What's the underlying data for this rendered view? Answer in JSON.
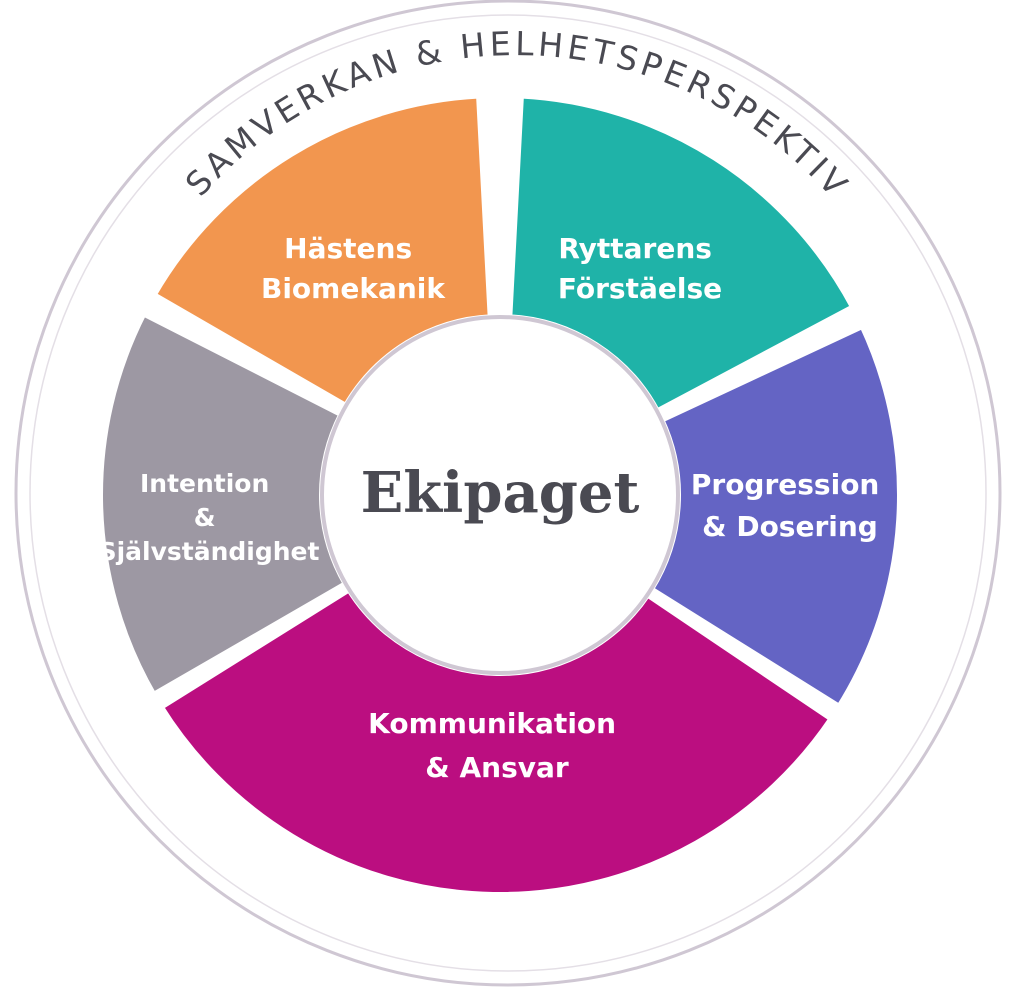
{
  "outer_ring": {
    "text": "SAMVERKAN & HELHETSPERSPEKTIV"
  },
  "center": {
    "text": "Ekipaget"
  },
  "colors": {
    "orange": "#f2964f",
    "teal": "#1fb3a8",
    "indigo": "#6464c4",
    "magenta": "#bb0e80",
    "gray": "#9d98a3",
    "ring": "#cfc7d3",
    "center_fill": "#ffffff",
    "center_stroke": "#cfc7d3",
    "text_dark": "#4a4a52"
  },
  "segments": [
    {
      "id": "hastens-biomekanik",
      "color": "orange",
      "lines": [
        "Hästens",
        "Biomekanik"
      ]
    },
    {
      "id": "ryttarens-forstaelse",
      "color": "teal",
      "lines": [
        "Ryttarens",
        "Förstäelse"
      ]
    },
    {
      "id": "progression-dosering",
      "color": "indigo",
      "lines": [
        "Progression",
        "& Dosering"
      ]
    },
    {
      "id": "kommunikation-ansvar",
      "color": "magenta",
      "lines": [
        "Kommunikation",
        "& Ansvar"
      ]
    },
    {
      "id": "intention-sjalvstandighet",
      "color": "gray",
      "lines": [
        "Intention",
        "&",
        "Självständighet"
      ]
    }
  ]
}
